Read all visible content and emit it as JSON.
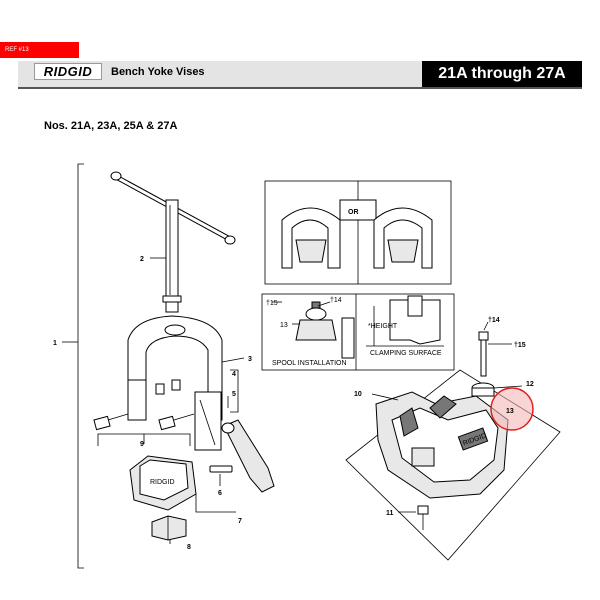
{
  "reference_tag": "REF #13",
  "header": {
    "brand": "RIDGID",
    "title": "Bench Yoke Vises",
    "model_range": "21A through 27A"
  },
  "model_list": "Nos. 21A, 23A, 25A & 27A",
  "callouts": {
    "p1": "1",
    "p2": "2",
    "p3": "3",
    "p4": "4",
    "p5": "5",
    "p6": "6",
    "p7": "7",
    "p8": "8",
    "p9": "9",
    "p10": "10",
    "p11": "11",
    "p12": "12",
    "p13": "13",
    "p14": "†14",
    "p15": "†15"
  },
  "inset_or": {
    "label": "OR"
  },
  "inset_spool": {
    "p15": "†15",
    "p14": "†14",
    "p13": "13",
    "height": "*HEIGHT",
    "spool_installation": "SPOOL INSTALLATION",
    "clamping_surface": "CLAMPING SURFACE"
  },
  "highlight": {
    "label": "13",
    "color": "#e02020"
  },
  "colors": {
    "ref_tag": "#ff0000",
    "header_bar": "#e4e4e4",
    "model_box": "#000000"
  }
}
